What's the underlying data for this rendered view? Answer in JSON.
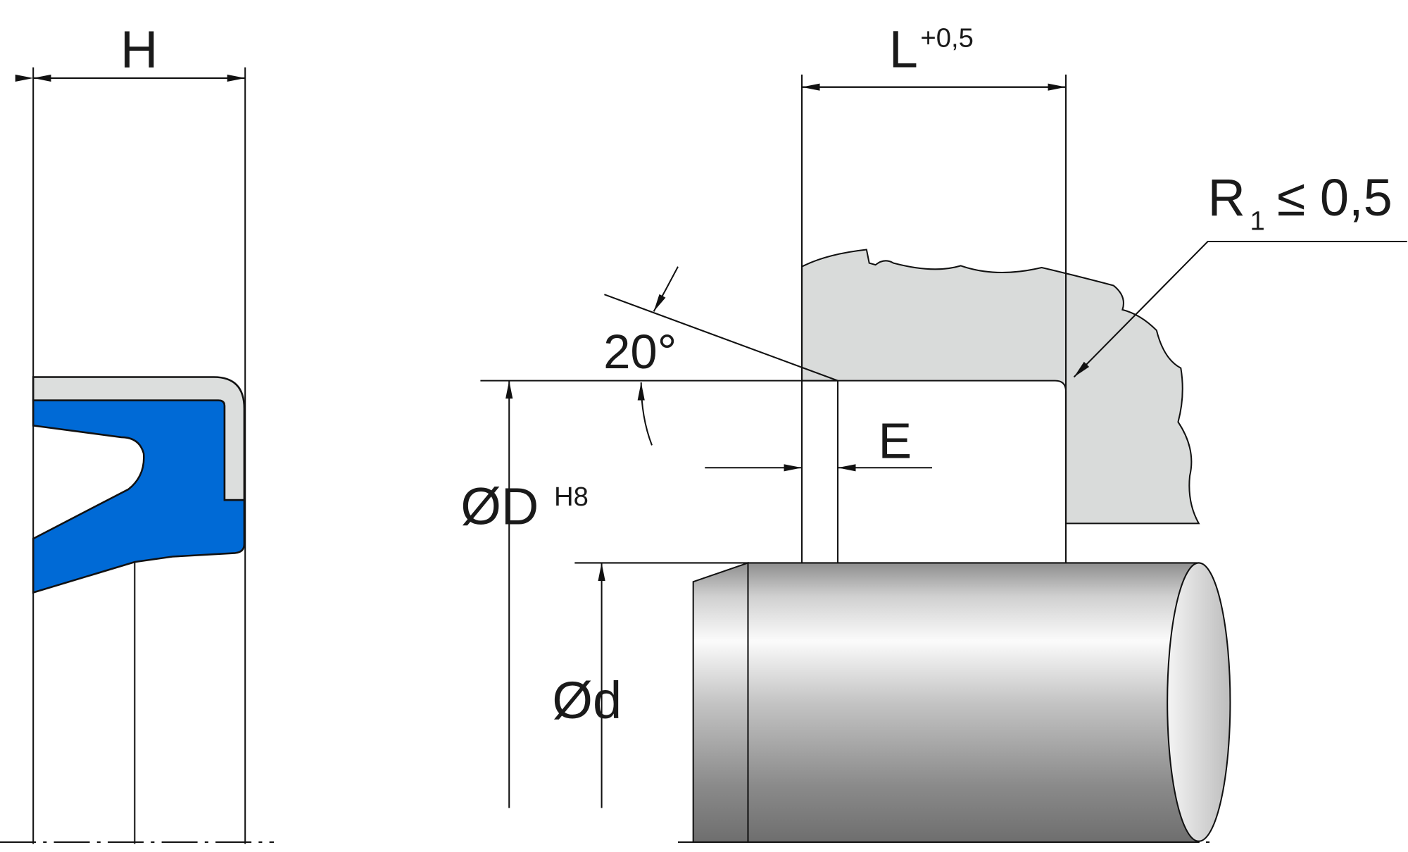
{
  "labels": {
    "H": "H",
    "L": "L",
    "L_tol": "+0,5",
    "angle": "20°",
    "E": "E",
    "D": "ØD",
    "D_fit": "H8",
    "d": "Ød",
    "R": "R",
    "R_sub": "1",
    "R_value": "≤ 0,5"
  },
  "colors": {
    "seal_blue": "#006ad6",
    "casing_gray": "#dcdedd",
    "housing_gray": "#d9dbda"
  }
}
